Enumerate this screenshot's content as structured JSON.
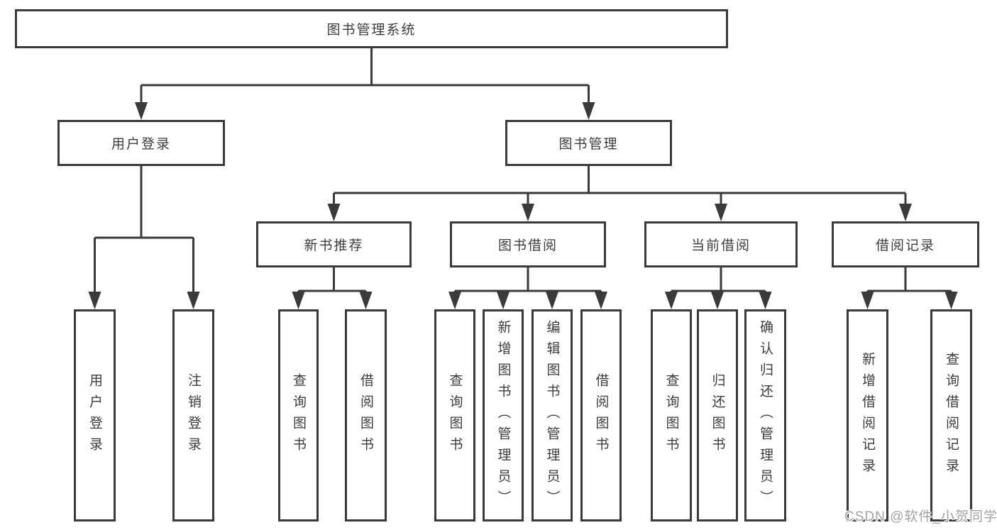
{
  "diagram_type": "tree",
  "colors": {
    "line": "#3a3a3a",
    "text": "#3d3d3d",
    "background": "#ffffff",
    "watermark_text": "#a3a3a3"
  },
  "nodes": {
    "root": "图书管理系统",
    "user_login": "用户登录",
    "book_mgmt": "图书管理",
    "new_book_rec": "新书推荐",
    "book_borrow": "图书借阅",
    "current_borrow": "当前借阅",
    "borrow_record": "借阅记录",
    "leaf_user_login": "用户登录",
    "leaf_logout": "注销登录",
    "leaf_rec_query": "查询图书",
    "leaf_rec_borrow": "借阅图书",
    "leaf_bb_query": "查询图书",
    "leaf_bb_add": "新增图书（管理员）",
    "leaf_bb_edit": "编辑图书（管理员）",
    "leaf_bb_borrow": "借阅图书",
    "leaf_cb_query": "查询图书",
    "leaf_cb_return": "归还图书",
    "leaf_cb_confirm": "确认归还（管理员）",
    "leaf_br_add": "新增借阅记录",
    "leaf_br_query": "查询借阅记录"
  },
  "edges": [
    [
      "root",
      "user_login"
    ],
    [
      "root",
      "book_mgmt"
    ],
    [
      "user_login",
      "leaf_user_login"
    ],
    [
      "user_login",
      "leaf_logout"
    ],
    [
      "book_mgmt",
      "new_book_rec"
    ],
    [
      "book_mgmt",
      "book_borrow"
    ],
    [
      "book_mgmt",
      "current_borrow"
    ],
    [
      "book_mgmt",
      "borrow_record"
    ],
    [
      "new_book_rec",
      "leaf_rec_query"
    ],
    [
      "new_book_rec",
      "leaf_rec_borrow"
    ],
    [
      "book_borrow",
      "leaf_bb_query"
    ],
    [
      "book_borrow",
      "leaf_bb_add"
    ],
    [
      "book_borrow",
      "leaf_bb_edit"
    ],
    [
      "book_borrow",
      "leaf_bb_borrow"
    ],
    [
      "current_borrow",
      "leaf_cb_query"
    ],
    [
      "current_borrow",
      "leaf_cb_return"
    ],
    [
      "current_borrow",
      "leaf_cb_confirm"
    ],
    [
      "borrow_record",
      "leaf_br_add"
    ],
    [
      "borrow_record",
      "leaf_br_query"
    ]
  ],
  "watermark": {
    "text": "CSDN @软件_小贺同学"
  }
}
